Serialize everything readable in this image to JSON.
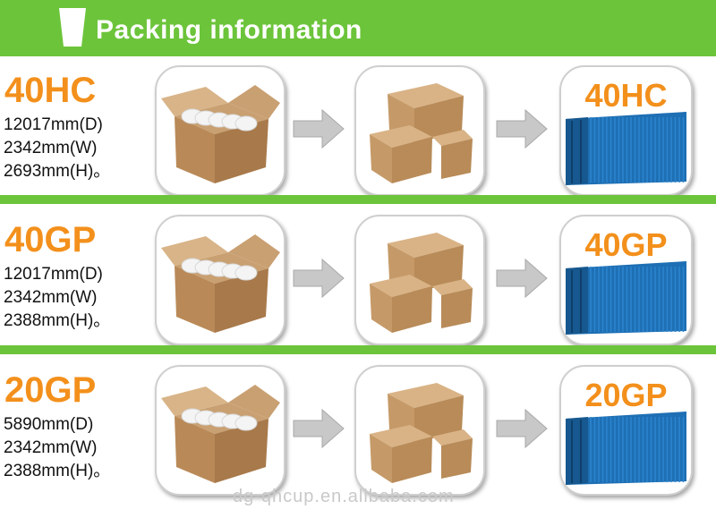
{
  "header": {
    "title": "Packing information",
    "icon": "cup-icon",
    "color": "#6cc43a"
  },
  "rows": [
    {
      "label": "40HC",
      "dims": [
        "12017mm(D)",
        "2342mm(W)",
        "2693mm(H)。"
      ],
      "container_label": "40HC"
    },
    {
      "label": "40GP",
      "dims": [
        "12017mm(D)",
        "2342mm(W)",
        "2388mm(H)。"
      ],
      "container_label": "40GP"
    },
    {
      "label": "20GP",
      "dims": [
        "5890mm(D)",
        "2342mm(W)",
        "2388mm(H)。"
      ],
      "container_label": "20GP"
    }
  ],
  "colors": {
    "accent": "#f3901c",
    "green": "#6cc43a",
    "container": "#1e6fb4"
  },
  "watermark": "dg-qhcup.en.alibaba.com"
}
